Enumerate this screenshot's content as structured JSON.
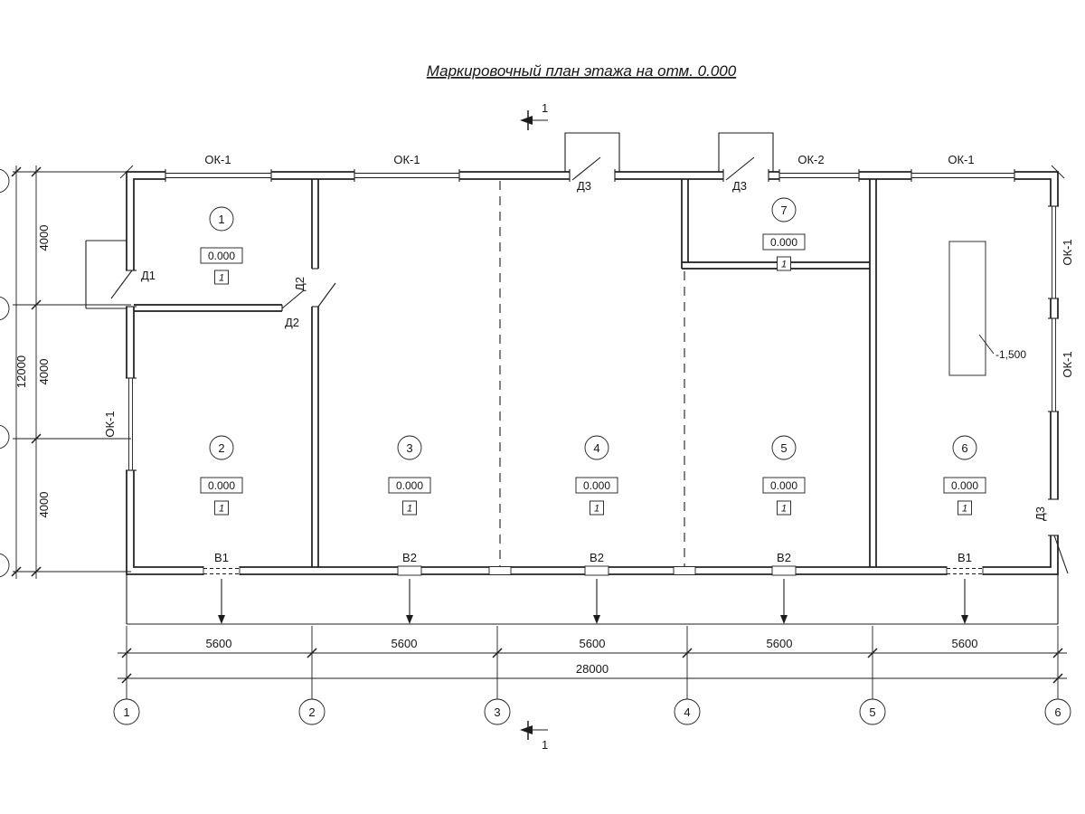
{
  "title": "Маркировочный план этажа на отм. 0.000",
  "section": {
    "top_label": "1",
    "bottom_label": "1"
  },
  "window_labels": {
    "top_1": "ОК-1",
    "top_2": "ОК-1",
    "top_3": "ОК-2",
    "top_4": "ОК-1",
    "left_1": "ОК-1",
    "right_1": "ОК-1",
    "right_2": "ОК-1"
  },
  "door_labels": {
    "d1": "Д1",
    "d2_vertical": "Д2",
    "d2_horizontal": "Д2",
    "d3_top_left": "Д3",
    "d3_top_right": "Д3",
    "d3_right": "Д3"
  },
  "rooms": [
    {
      "number": "1",
      "elevation": "0.000",
      "finish": "1"
    },
    {
      "number": "2",
      "elevation": "0.000",
      "finish": "1"
    },
    {
      "number": "3",
      "elevation": "0.000",
      "finish": "1"
    },
    {
      "number": "4",
      "elevation": "0.000",
      "finish": "1"
    },
    {
      "number": "5",
      "elevation": "0.000",
      "finish": "1"
    },
    {
      "number": "6",
      "elevation": "0.000",
      "finish": "1"
    },
    {
      "number": "7",
      "elevation": "0.000",
      "finish": "1"
    }
  ],
  "drain_labels": [
    "В1",
    "В2",
    "В2",
    "В2",
    "В1"
  ],
  "pit": {
    "elevation": "-1,500"
  },
  "dimensions": {
    "bottom_bays": [
      "5600",
      "5600",
      "5600",
      "5600",
      "5600"
    ],
    "bottom_total": "28000",
    "left_bays": [
      "4000",
      "4000",
      "4000"
    ],
    "left_total": "12000"
  },
  "grid_bubbles": [
    "1",
    "2",
    "3",
    "4",
    "5",
    "6"
  ]
}
